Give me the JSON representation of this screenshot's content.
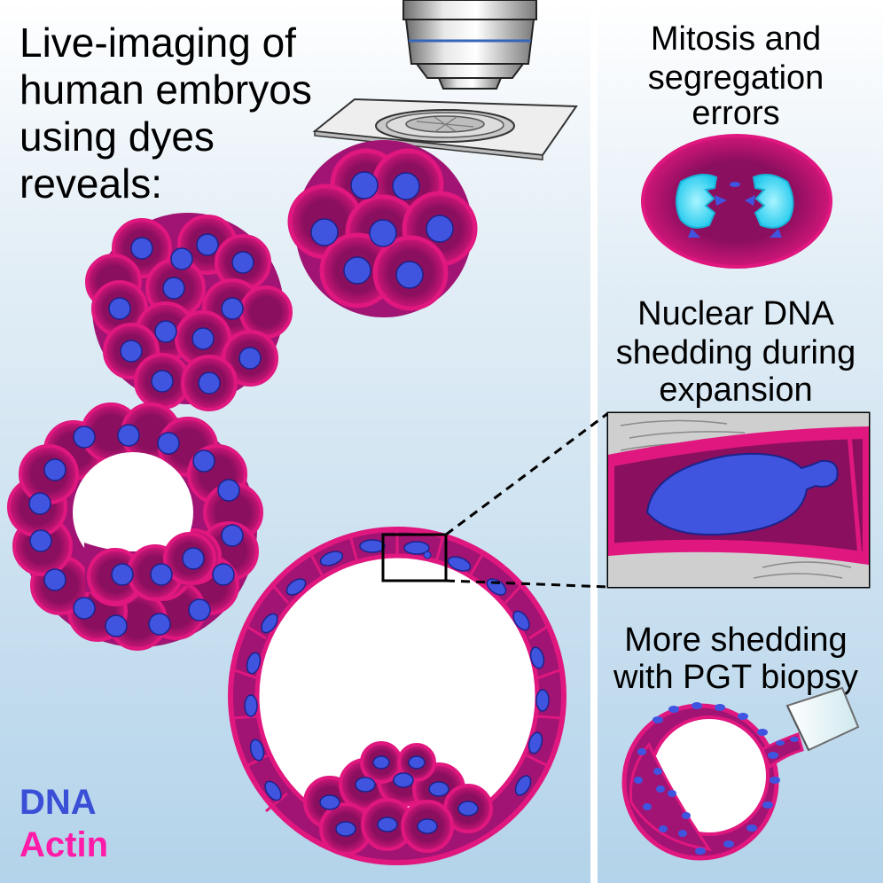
{
  "heading": [
    "Live-imaging of",
    "human embryos",
    "using dyes",
    "reveals:"
  ],
  "panels": [
    {
      "id": "mitosis",
      "title": [
        "Mitosis and",
        "segregation",
        "errors"
      ]
    },
    {
      "id": "shedding",
      "title": [
        "Nuclear DNA",
        "shedding during",
        "expansion"
      ]
    },
    {
      "id": "biopsy",
      "title": [
        "More shedding",
        "with PGT biopsy"
      ]
    }
  ],
  "legend": [
    {
      "label": "DNA",
      "color": "#3b4fd6"
    },
    {
      "label": "Actin",
      "color": "#ff1aa8"
    }
  ],
  "colors": {
    "background_top": "#ffffff",
    "background_bottom": "#b9d8ec",
    "cytoplasm": "#8a0f5e",
    "actin": "#e0177f",
    "nucleus": "#3f55e0",
    "chromosomes": "#22d6f2"
  }
}
